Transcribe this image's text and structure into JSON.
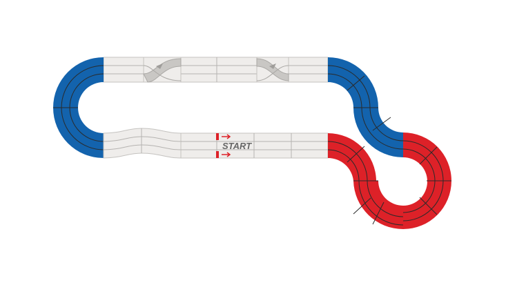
{
  "start_label": "START",
  "colors": {
    "straight_fill": "#efedeb",
    "straight_border": "#c4c2bf",
    "crossover_fill": "#c9c7c4",
    "curve_blue": "#1363ad",
    "curve_red": "#dd2128",
    "lane_line_dark": "#2a2a2a",
    "start_marker": "#dd2128",
    "start_text": "#666666"
  },
  "track_pieces": [
    {
      "type": "curve",
      "color": "blue",
      "name": "left-hairpin"
    },
    {
      "type": "straight",
      "name": "top-straight-left"
    },
    {
      "type": "crossover",
      "name": "lane-change-1"
    },
    {
      "type": "straight",
      "name": "top-straight-middle"
    },
    {
      "type": "crossover",
      "name": "lane-change-2"
    },
    {
      "type": "straight",
      "name": "top-straight-right"
    },
    {
      "type": "curve",
      "color": "blue",
      "name": "s-bend-upper"
    },
    {
      "type": "curve",
      "color": "red",
      "name": "right-loop"
    },
    {
      "type": "curve",
      "color": "red",
      "name": "s-bend-lower"
    },
    {
      "type": "straight",
      "name": "start-straight"
    },
    {
      "type": "chicane",
      "name": "bottom-chicane"
    }
  ]
}
